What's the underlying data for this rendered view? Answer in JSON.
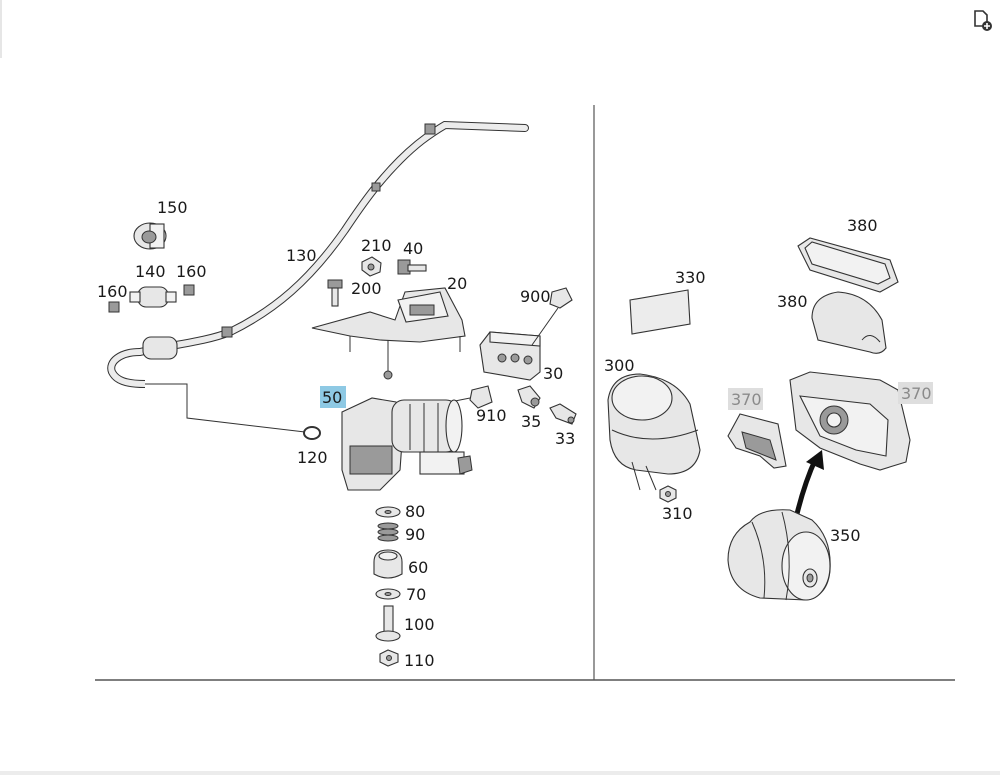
{
  "labels": {
    "p150": "150",
    "p160a": "160",
    "p140": "140",
    "p160b": "160",
    "p130": "130",
    "p210": "210",
    "p40": "40",
    "p200": "200",
    "p20": "20",
    "p900": "900",
    "p50": "50",
    "p910": "910",
    "p30": "30",
    "p35": "35",
    "p33": "33",
    "p120": "120",
    "p80": "80",
    "p90": "90",
    "p60": "60",
    "p70": "70",
    "p100": "100",
    "p110": "110",
    "p330": "330",
    "p380a": "380",
    "p380b": "380",
    "p300": "300",
    "p370a": "370",
    "p370b": "370",
    "p310": "310",
    "p350": "350"
  },
  "highlight": {
    "selected_part": "50",
    "selected_color": "#8ec9e4",
    "unavailable_color": "#dedede"
  },
  "icons": {
    "corner": "document-add-icon"
  }
}
